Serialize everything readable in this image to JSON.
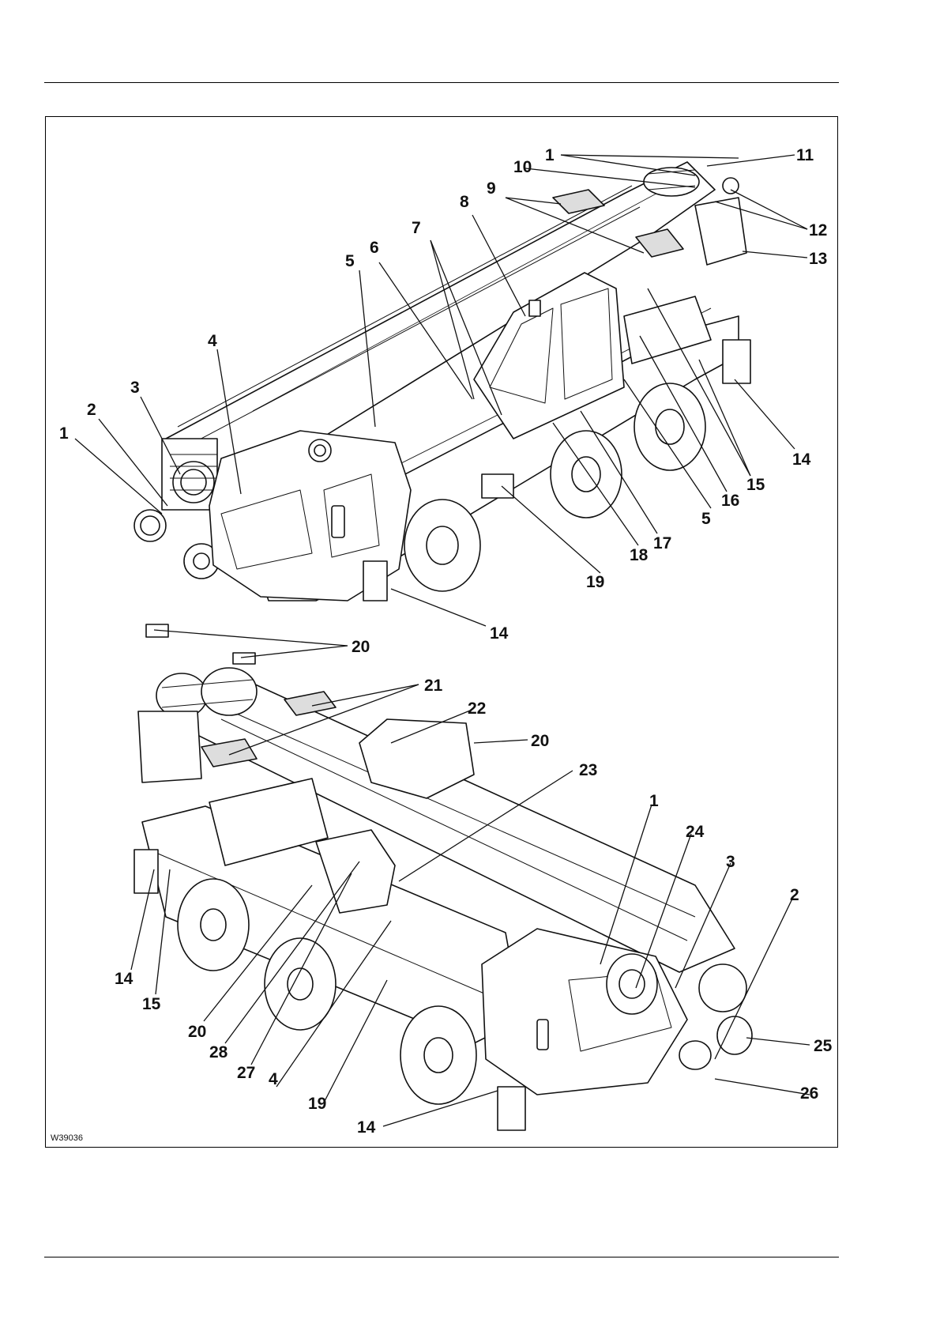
{
  "figure_code": "W39036",
  "top_view": {
    "callouts": [
      {
        "id": "c-top-1a",
        "label": "1"
      },
      {
        "id": "c-top-1b",
        "label": "1"
      },
      {
        "id": "c-top-2",
        "label": "2"
      },
      {
        "id": "c-top-3",
        "label": "3"
      },
      {
        "id": "c-top-4",
        "label": "4"
      },
      {
        "id": "c-top-5a",
        "label": "5"
      },
      {
        "id": "c-top-5b",
        "label": "5"
      },
      {
        "id": "c-top-6",
        "label": "6"
      },
      {
        "id": "c-top-7",
        "label": "7"
      },
      {
        "id": "c-top-8",
        "label": "8"
      },
      {
        "id": "c-top-9",
        "label": "9"
      },
      {
        "id": "c-top-10",
        "label": "10"
      },
      {
        "id": "c-top-11",
        "label": "11"
      },
      {
        "id": "c-top-12",
        "label": "12"
      },
      {
        "id": "c-top-13",
        "label": "13"
      },
      {
        "id": "c-top-14a",
        "label": "14"
      },
      {
        "id": "c-top-14b",
        "label": "14"
      },
      {
        "id": "c-top-15",
        "label": "15"
      },
      {
        "id": "c-top-16",
        "label": "16"
      },
      {
        "id": "c-top-17",
        "label": "17"
      },
      {
        "id": "c-top-18",
        "label": "18"
      },
      {
        "id": "c-top-19",
        "label": "19"
      }
    ]
  },
  "bottom_view": {
    "callouts": [
      {
        "id": "c-bot-20a",
        "label": "20"
      },
      {
        "id": "c-bot-21",
        "label": "21"
      },
      {
        "id": "c-bot-22",
        "label": "22"
      },
      {
        "id": "c-bot-20b",
        "label": "20"
      },
      {
        "id": "c-bot-23",
        "label": "23"
      },
      {
        "id": "c-bot-1",
        "label": "1"
      },
      {
        "id": "c-bot-24",
        "label": "24"
      },
      {
        "id": "c-bot-3",
        "label": "3"
      },
      {
        "id": "c-bot-2",
        "label": "2"
      },
      {
        "id": "c-bot-14a",
        "label": "14"
      },
      {
        "id": "c-bot-15",
        "label": "15"
      },
      {
        "id": "c-bot-20c",
        "label": "20"
      },
      {
        "id": "c-bot-28",
        "label": "28"
      },
      {
        "id": "c-bot-27",
        "label": "27"
      },
      {
        "id": "c-bot-4",
        "label": "4"
      },
      {
        "id": "c-bot-19",
        "label": "19"
      },
      {
        "id": "c-bot-14b",
        "label": "14"
      },
      {
        "id": "c-bot-25",
        "label": "25"
      },
      {
        "id": "c-bot-26",
        "label": "26"
      }
    ]
  }
}
